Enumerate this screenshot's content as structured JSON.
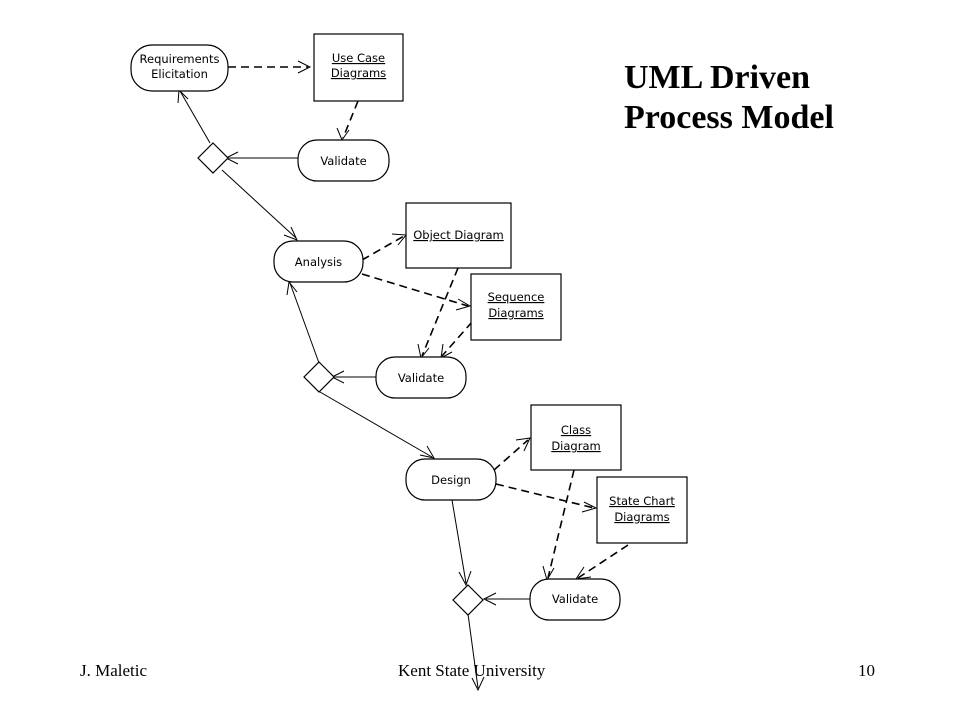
{
  "title": {
    "line1": "UML Driven",
    "line2": "Process Model"
  },
  "footer": {
    "author": "J. Maletic",
    "institution": "Kent State University",
    "page": "10"
  },
  "nodes": {
    "requirements": [
      "Requirements",
      "Elicitation"
    ],
    "usecase": [
      "Use Case",
      "Diagrams"
    ],
    "validate1": "Validate",
    "analysis": "Analysis",
    "object": "Object Diagram",
    "sequence": [
      "Sequence",
      "Diagrams"
    ],
    "validate2": "Validate",
    "design": "Design",
    "class": [
      "Class",
      "Diagram"
    ],
    "statechart": [
      "State Chart",
      "Diagrams"
    ],
    "validate3": "Validate"
  }
}
